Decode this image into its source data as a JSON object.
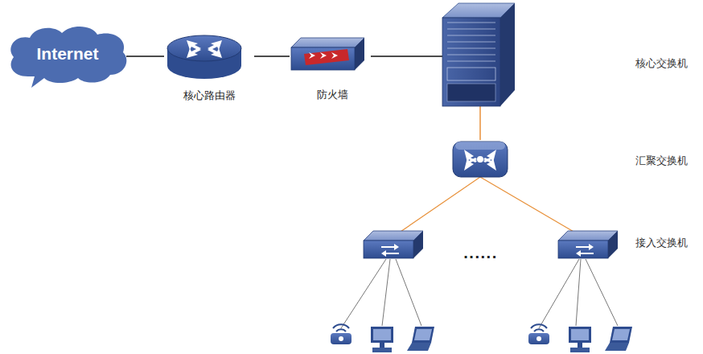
{
  "diagram": {
    "nodes": [
      {
        "text": [
          "Internet"
        ]
      },
      {
        "text": [
          "核心路由器"
        ]
      },
      {
        "text": [
          "防火墙"
        ]
      }
    ],
    "edges": [
      {
        "from": 0,
        "to": 1,
        "arrow": "none"
      },
      {
        "from": 1,
        "to": 2,
        "arrow": "none"
      }
    ],
    "labels": [
      "核心交换机",
      "汇聚交换机",
      "接入交换机",
      "......"
    ]
  }
}
